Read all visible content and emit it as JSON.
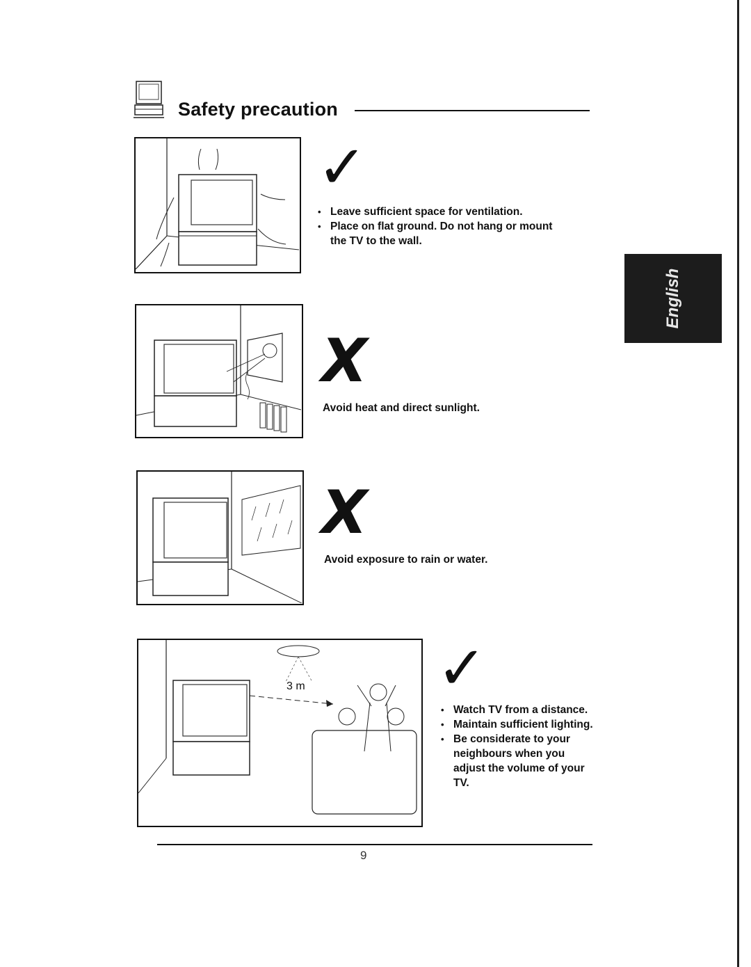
{
  "header": {
    "title": "Safety precaution",
    "icon": "tv-icon"
  },
  "language_tab": {
    "label": "English",
    "color": "#1c1c1c"
  },
  "sections": [
    {
      "id": "ventilation",
      "mark": "✓",
      "mark_meaning": "do",
      "bullets": [
        "Leave sufficient space for ventilation.",
        "Place on flat ground. Do not hang or mount the TV to the wall."
      ]
    },
    {
      "id": "heat",
      "mark": "X",
      "mark_meaning": "don't",
      "caption": "Avoid heat and direct sunlight."
    },
    {
      "id": "rain",
      "mark": "X",
      "mark_meaning": "don't",
      "caption": "Avoid exposure to rain or water."
    },
    {
      "id": "viewing",
      "mark": "✓",
      "mark_meaning": "do",
      "distance_label": "3 m",
      "bullets": [
        "Watch TV from a distance.",
        "Maintain sufficient lighting.",
        "Be considerate to your neighbours when you adjust the volume of your TV."
      ]
    }
  ],
  "footer": {
    "page_number": "9"
  }
}
